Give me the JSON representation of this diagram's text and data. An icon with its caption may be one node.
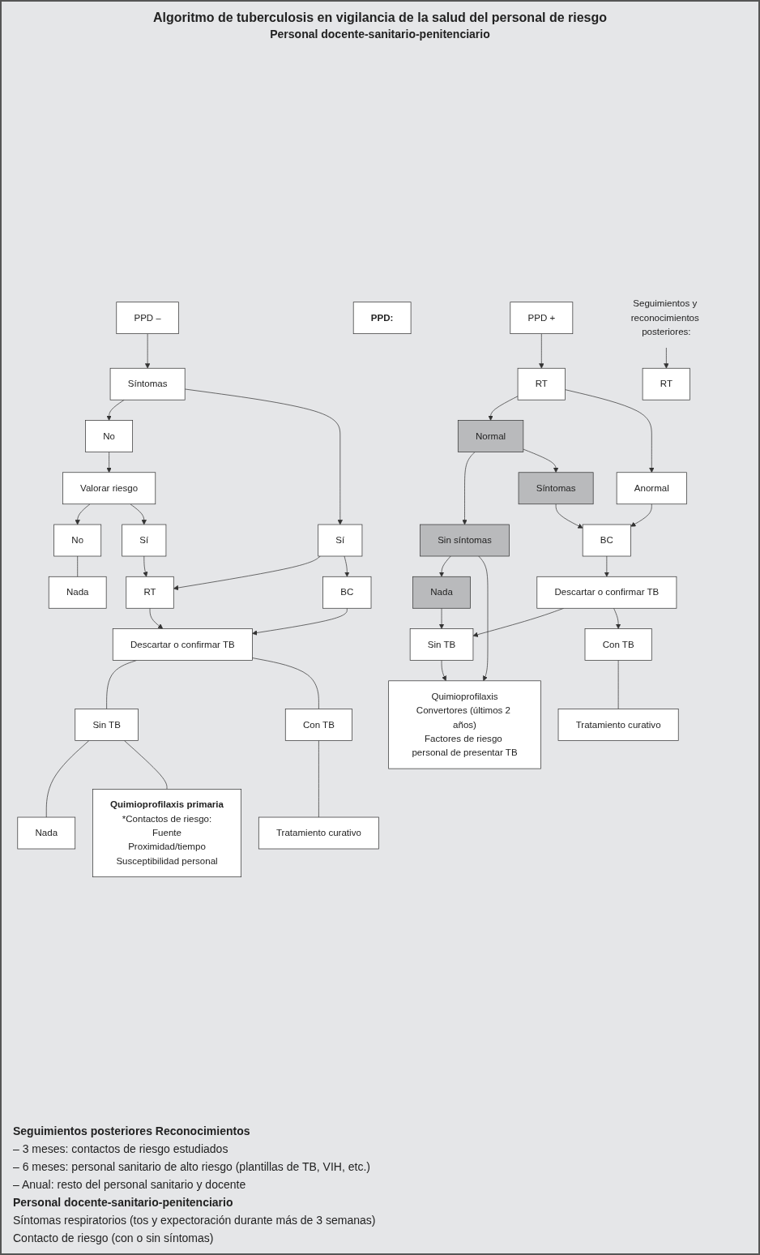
{
  "diagram": {
    "title": "Algoritmo de tuberculosis en vigilancia de la salud del personal de riesgo",
    "nodes": [
      {
        "text": [
          "PPD –"
        ]
      },
      {
        "text": [
          "Síntomas"
        ]
      },
      {
        "text": [
          "No"
        ]
      },
      {
        "text": [
          "Sí"
        ]
      },
      {
        "text": [
          "Valorar riesgo"
        ]
      },
      {
        "text": [
          "RT"
        ]
      },
      {
        "text": [
          "BC"
        ]
      },
      {
        "text": [
          "No"
        ]
      },
      {
        "text": [
          "Sí"
        ]
      },
      {
        "text": [
          "Descartar o confirmar TB"
        ]
      },
      {
        "text": [
          "Sin TB"
        ]
      },
      {
        "text": [
          "Con TB"
        ]
      },
      {
        "text": [
          "Nada"
        ]
      },
      {
        "text": [
          "Nada"
        ]
      },
      {
        "text": [
          "Quimioprofilaxis primaria",
          "*Contactos de riesgo:",
          "Fuente",
          "Proximidad/tiempo",
          "Susceptibilidad personal"
        ]
      },
      {
        "text": [
          "Tratamiento curativo"
        ]
      },
      {
        "text": [
          "PPD:"
        ]
      },
      {
        "text": [
          "PPD +"
        ]
      },
      {
        "text": [
          "RT"
        ]
      },
      {
        "text": [
          "Normal"
        ]
      },
      {
        "text": [
          "Anormal"
        ]
      },
      {
        "text": [
          "Sin síntomas"
        ]
      },
      {
        "text": [
          "Síntomas"
        ]
      },
      {
        "text": [
          "BC"
        ]
      },
      {
        "text": [
          "Descartar o confirmar TB"
        ]
      },
      {
        "text": [
          "Nada"
        ]
      },
      {
        "text": [
          "Sin TB"
        ]
      },
      {
        "text": [
          "Con TB"
        ]
      },
      {
        "text": [
          "Quimioprofilaxis",
          "Convertores (últimos 2 años)",
          "Factores de riesgo personal de presentar TB"
        ]
      },
      {
        "text": [
          "Tratamiento curativo"
        ]
      },
      {
        "text": [
          "Seguimientos y reconocimientos posteriores:"
        ]
      },
      {
        "text": [
          "RT"
        ]
      }
    ],
    "edges": [
      {
        "from": 0,
        "to": 1,
        "arrow": "to"
      },
      {
        "from": 1,
        "to": 2,
        "arrow": "to"
      },
      {
        "from": 1,
        "to": 3,
        "arrow": "to"
      },
      {
        "from": 2,
        "to": 4,
        "arrow": "to"
      },
      {
        "from": 3,
        "to": 5,
        "arrow": "to"
      },
      {
        "from": 3,
        "to": 6,
        "arrow": "to"
      },
      {
        "from": 4,
        "to": 7,
        "arrow": "to"
      },
      {
        "from": 4,
        "to": 8,
        "arrow": "to"
      },
      {
        "from": 8,
        "to": 5,
        "arrow": "to"
      },
      {
        "from": 5,
        "to": 9,
        "arrow": "to"
      },
      {
        "from": 6,
        "to": 9,
        "arrow": "to"
      },
      {
        "from": 9,
        "to": 10,
        "arrow": "none"
      },
      {
        "from": 9,
        "to": 11,
        "arrow": "none"
      },
      {
        "from": 7,
        "to": 12,
        "arrow": "none"
      },
      {
        "from": 10,
        "to": 13,
        "arrow": "none"
      },
      {
        "from": 10,
        "to": 14,
        "arrow": "none"
      },
      {
        "from": 11,
        "to": 15,
        "arrow": "none"
      },
      {
        "from": 17,
        "to": 18,
        "arrow": "to"
      },
      {
        "from": 18,
        "to": 19,
        "arrow": "to"
      },
      {
        "from": 18,
        "to": 20,
        "arrow": "to"
      },
      {
        "from": 19,
        "to": 21,
        "arrow": "to"
      },
      {
        "from": 19,
        "to": 22,
        "arrow": "to"
      },
      {
        "from": 22,
        "to": 23,
        "arrow": "to"
      },
      {
        "from": 20,
        "to": 23,
        "arrow": "to"
      },
      {
        "from": 23,
        "to": 24,
        "arrow": "to"
      },
      {
        "from": 24,
        "to": 26,
        "arrow": "to"
      },
      {
        "from": 24,
        "to": 27,
        "arrow": "to"
      },
      {
        "from": 21,
        "to": 25,
        "arrow": "to"
      },
      {
        "from": 25,
        "to": 26,
        "arrow": "to"
      },
      {
        "from": 21,
        "to": 28,
        "arrow": "to"
      },
      {
        "from": 26,
        "to": 28,
        "arrow": "to"
      },
      {
        "from": 27,
        "to": 29,
        "arrow": "none"
      },
      {
        "from": 30,
        "to": 31,
        "arrow": "to"
      }
    ],
    "labels": [
      "Personal docente-sanitario-penitenciario",
      "Seguimientos posteriores Reconocimientos",
      "– 3 meses: contactos de riesgo estudiados",
      "– 6 meses: personal sanitario de alto riesgo (plantillas de TB, VIH, etc.)",
      "– Anual: resto del personal sanitario y docente",
      "Personal docente-sanitario-penitenciario",
      "Síntomas respiratorios (tos y expectoración durante más de 3 semanas)",
      "Contacto de riesgo (con o sin síntomas)"
    ]
  }
}
